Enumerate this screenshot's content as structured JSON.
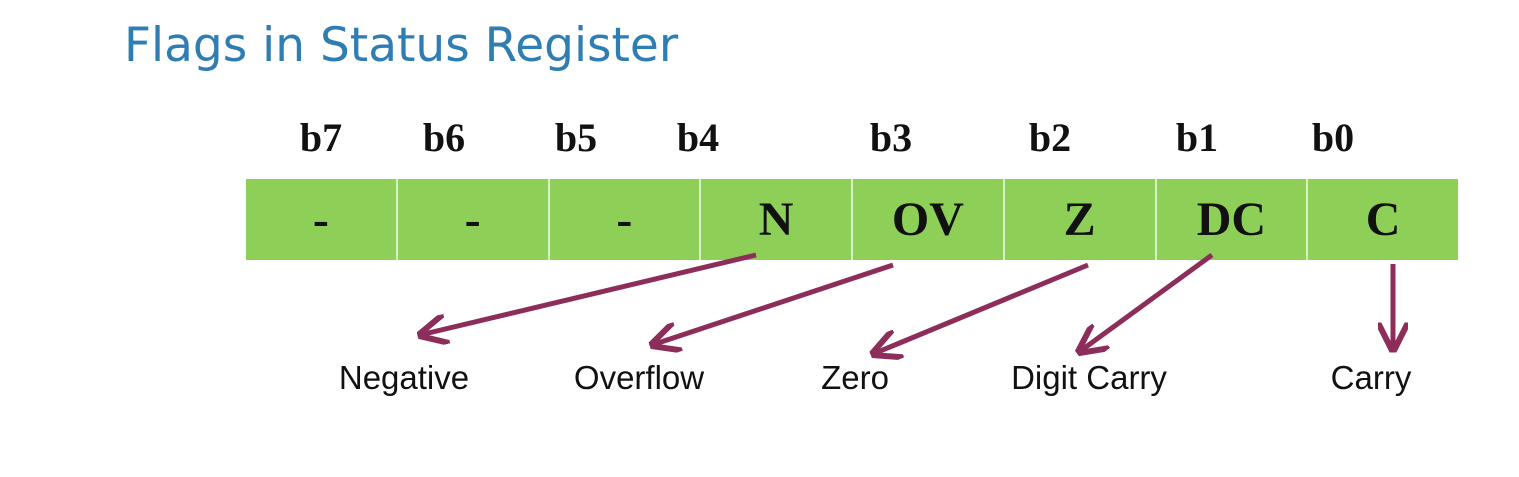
{
  "title": "Flags in Status Register",
  "bits": [
    {
      "label": "b7",
      "value": "-"
    },
    {
      "label": "b6",
      "value": "-"
    },
    {
      "label": "b5",
      "value": "-"
    },
    {
      "label": "b4",
      "value": "N"
    },
    {
      "label": "b3",
      "value": "OV"
    },
    {
      "label": "b2",
      "value": "Z"
    },
    {
      "label": "b1",
      "value": "DC"
    },
    {
      "label": "b0",
      "value": "C"
    }
  ],
  "flags": [
    {
      "name": "Negative"
    },
    {
      "name": "Overflow"
    },
    {
      "name": "Zero"
    },
    {
      "name": "Digit Carry"
    },
    {
      "name": "Carry"
    }
  ],
  "colors": {
    "title": "#2e7eb3",
    "register_fill": "#8ecf58",
    "arrow": "#8c2d5a"
  }
}
